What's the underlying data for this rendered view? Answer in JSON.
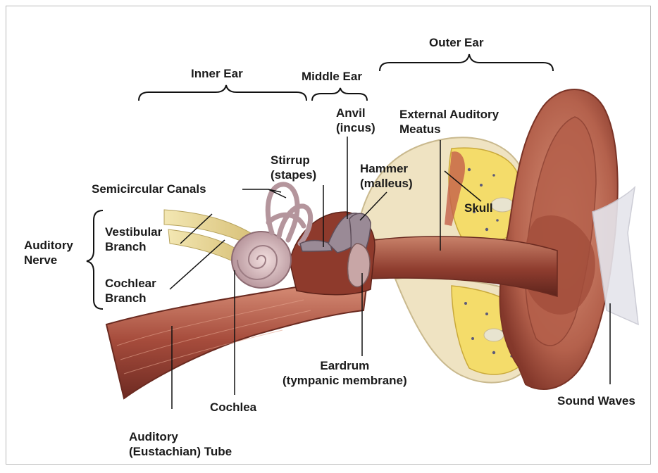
{
  "diagram": {
    "labels": {
      "outer_ear": "Outer Ear",
      "inner_ear": "Inner Ear",
      "middle_ear": "Middle Ear",
      "anvil": [
        "Anvil",
        "(incus)"
      ],
      "external_auditory_meatus": [
        "External Auditory",
        "Meatus"
      ],
      "stirrup": [
        "Stirrup",
        "(stapes)"
      ],
      "hammer": [
        "Hammer",
        "(malleus)"
      ],
      "semicircular_canals": "Semicircular Canals",
      "skull": "Skull",
      "vestibular_branch": [
        "Vestibular",
        "Branch"
      ],
      "auditory_nerve": [
        "Auditory",
        "Nerve"
      ],
      "cochlear_branch": [
        "Cochlear",
        "Branch"
      ],
      "eardrum": [
        "Eardrum",
        "(tympanic membrane)"
      ],
      "sound_waves": "Sound Waves",
      "cochlea": "Cochlea",
      "auditory_tube": [
        "Auditory",
        "(Eustachian) Tube"
      ]
    },
    "colors": {
      "tissue": "#9e4a3a",
      "tissue_light": "#c97a63",
      "bone": "#efe3c2",
      "marrow": "#f4dc6a",
      "ossicle": "#9a8a96",
      "leader": "#111111"
    }
  }
}
